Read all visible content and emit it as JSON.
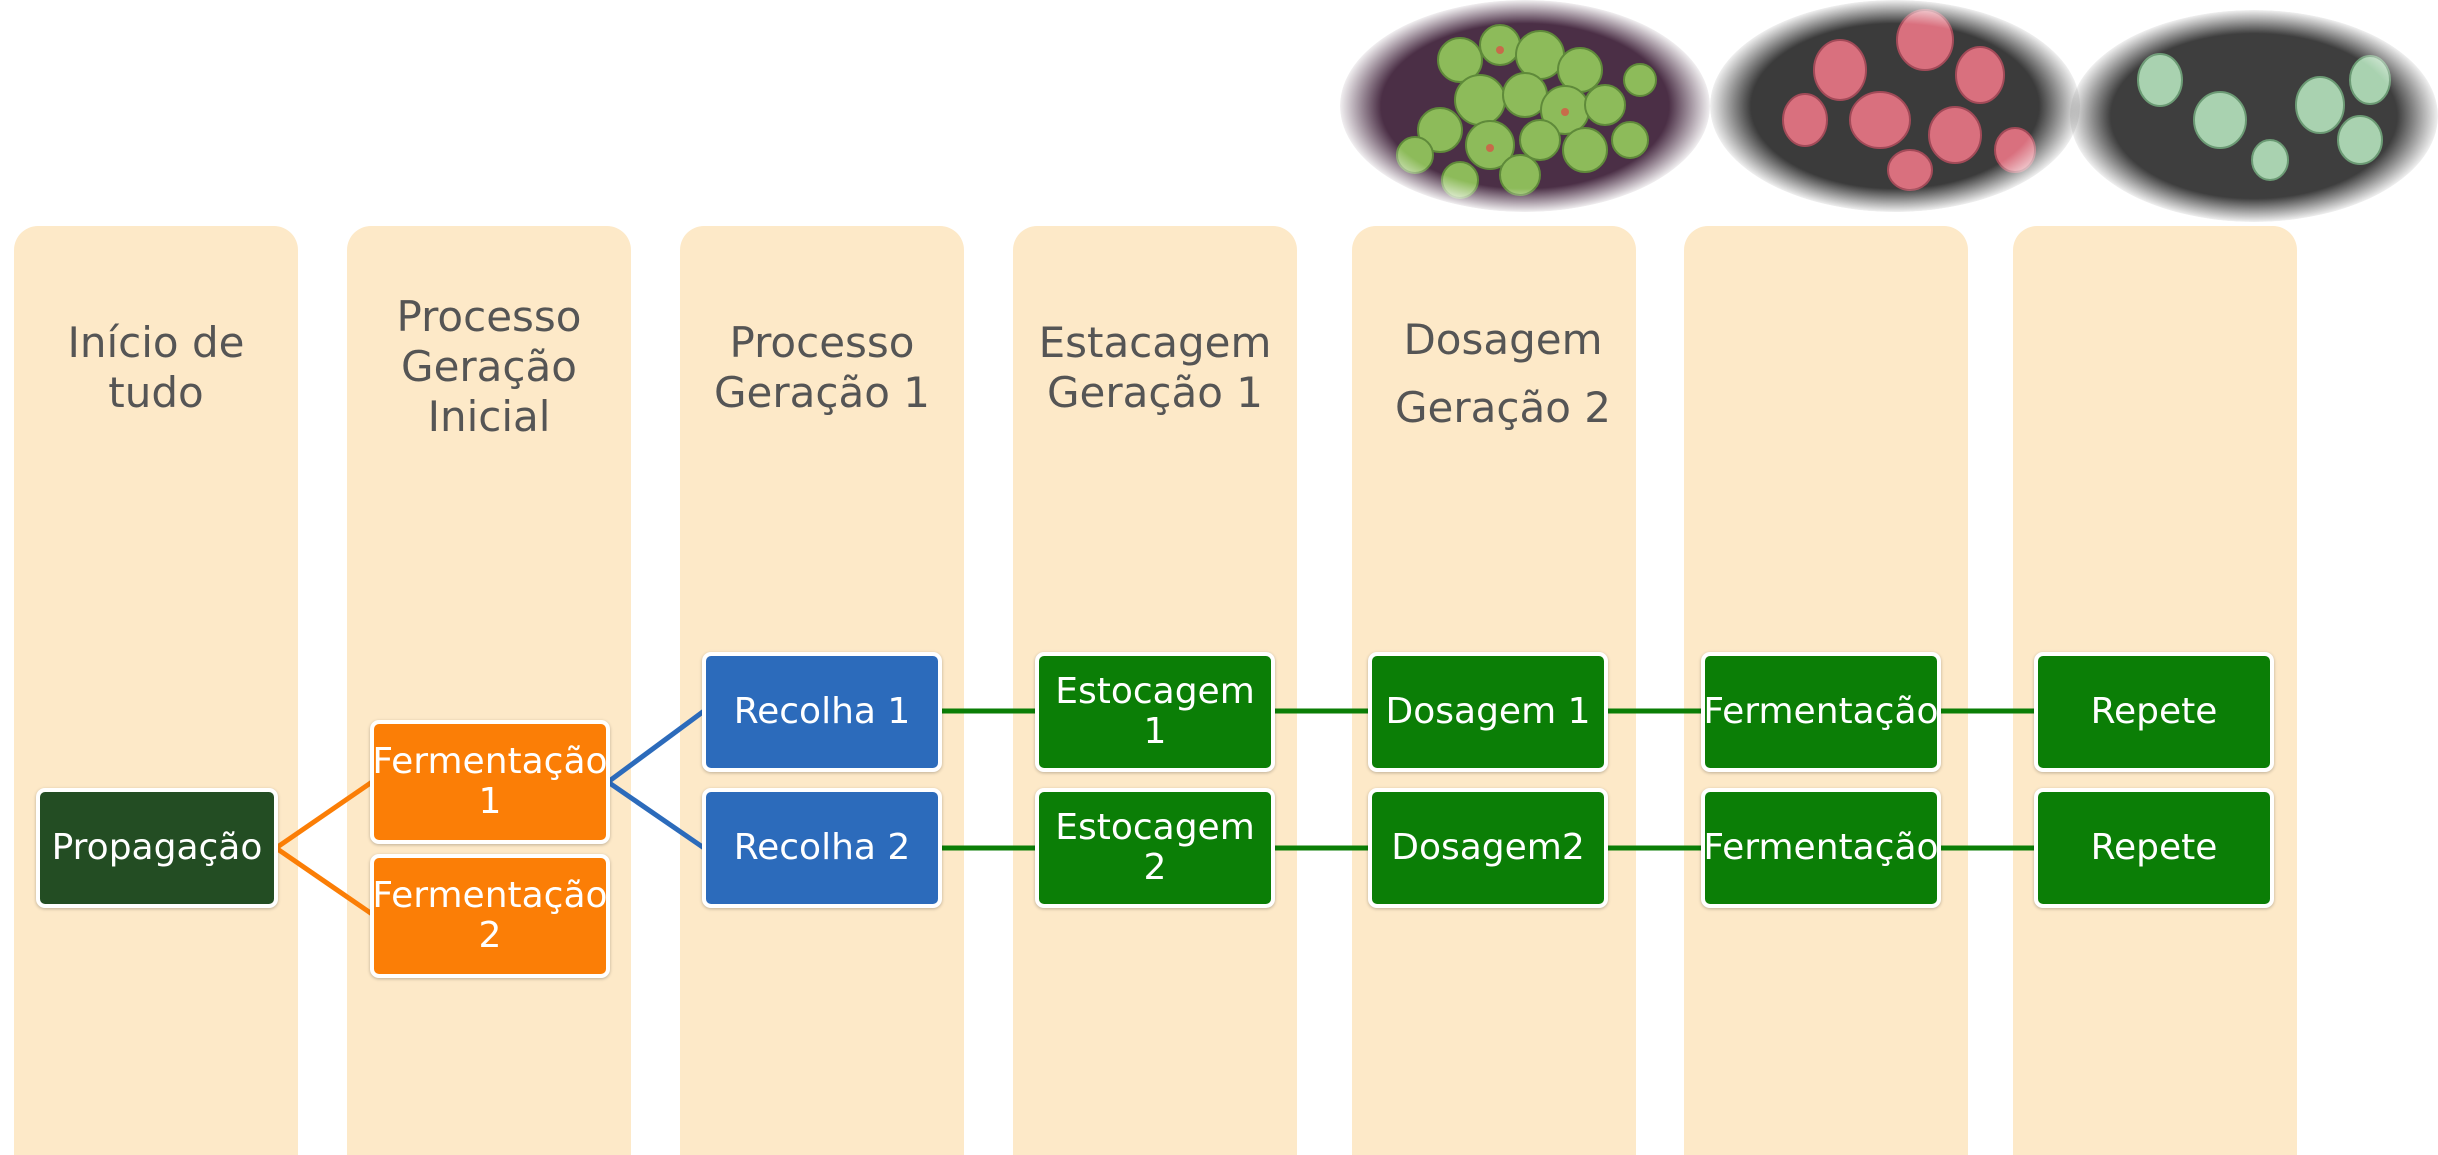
{
  "colors": {
    "column_bg": "#fde9c8",
    "title_text": "#555555",
    "dark_green": "#234d23",
    "orange": "#fb7e06",
    "blue": "#2c6bbb",
    "green": "#0b7e06",
    "blue_line": "#2c6bbb",
    "green_line": "#0b7e06",
    "orange_line": "#fb7e06"
  },
  "columns": [
    {
      "title": "Início de\ntudo"
    },
    {
      "title": "Processo\nGeração\nInicial"
    },
    {
      "title": "Processo\nGeração 1"
    },
    {
      "title": "Estacagem\nGeração 1"
    },
    {
      "title": "Dosagem\nGeração 2"
    },
    {
      "title": ""
    },
    {
      "title": ""
    }
  ],
  "nodes": {
    "propagacao": "Propagação",
    "fermentacao_1": "Fermentação\n1",
    "fermentacao_2": "Fermentação\n2",
    "recolha_1": "Recolha 1",
    "recolha_2": "Recolha 2",
    "estocagem_1": "Estocagem 1",
    "estocagem_2": "Estocagem 2",
    "dosagem_1": "Dosagem 1",
    "dosagem_2": "Dosagem2",
    "fermentacao_a": "Fermentação",
    "fermentacao_b": "Fermentação",
    "repete_1": "Repete",
    "repete_2": "Repete"
  },
  "images": [
    {
      "name": "yeast-green-micrograph",
      "colors": [
        "#4a2f45",
        "#8dbb5a"
      ]
    },
    {
      "name": "yeast-red-micrograph",
      "colors": [
        "#3a3a3a",
        "#d9707e"
      ]
    },
    {
      "name": "yeast-pale-micrograph",
      "colors": [
        "#3d3d3d",
        "#a9d2b0"
      ]
    }
  ]
}
